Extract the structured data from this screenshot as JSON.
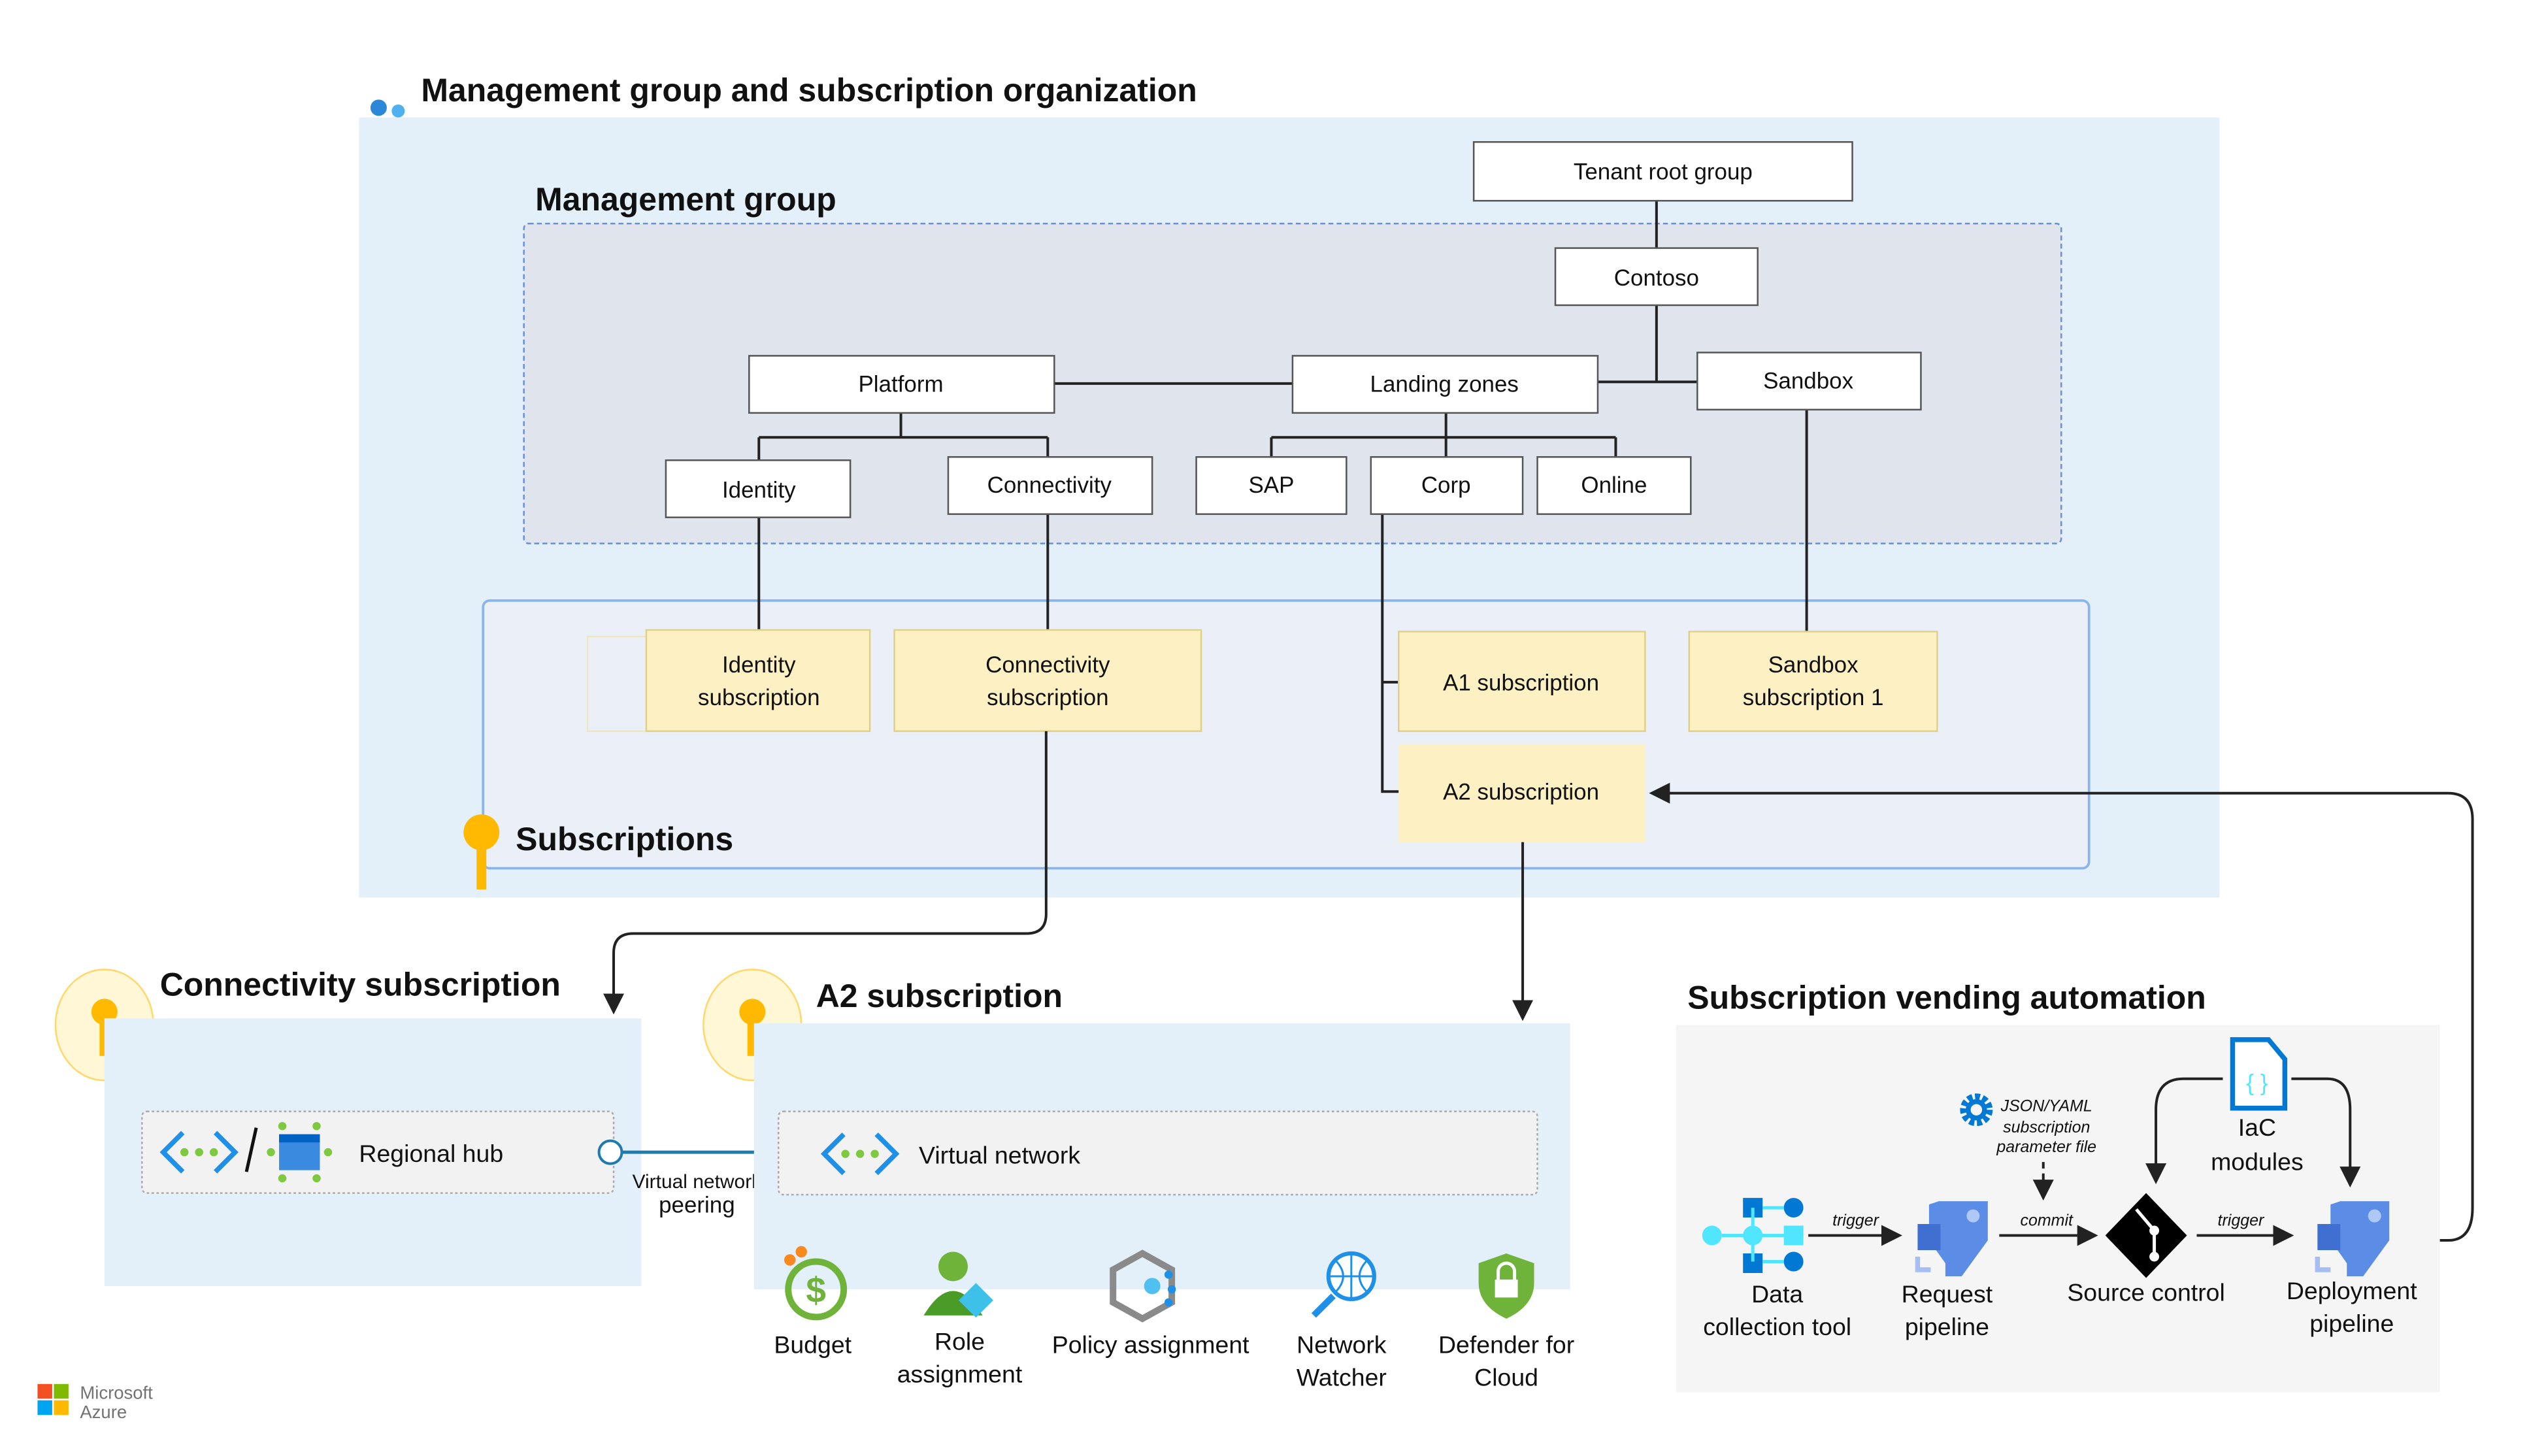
{
  "title": "Management group and subscription organization",
  "management_group": {
    "heading": "Management group",
    "nodes": {
      "tenant_root": "Tenant root group",
      "contoso": "Contoso",
      "platform": "Platform",
      "landing_zones": "Landing zones",
      "sandbox": "Sandbox",
      "identity": "Identity",
      "connectivity": "Connectivity",
      "sap": "SAP",
      "corp": "Corp",
      "online": "Online"
    }
  },
  "subscriptions": {
    "heading": "Subscriptions",
    "identity": [
      "Identity",
      "subscription"
    ],
    "connectivity": [
      "Connectivity",
      "subscription"
    ],
    "a1": "A1 subscription",
    "a2": "A2 subscription",
    "sandbox": [
      "Sandbox",
      "subscription 1"
    ]
  },
  "connectivity_subscription": {
    "heading": "Connectivity subscription",
    "regional_hub": "Regional hub",
    "peering": [
      "Virtual network",
      "peering"
    ]
  },
  "a2_subscription": {
    "heading": "A2 subscription",
    "vnet": "Virtual network",
    "resources": [
      {
        "label": [
          "Budget"
        ],
        "icon": "budget-icon"
      },
      {
        "label": [
          "Role",
          "assignment"
        ],
        "icon": "role-assignment-icon"
      },
      {
        "label": [
          "Policy assignment"
        ],
        "icon": "policy-icon"
      },
      {
        "label": [
          "Network",
          "Watcher"
        ],
        "icon": "network-watcher-icon"
      },
      {
        "label": [
          "Defender for",
          "Cloud"
        ],
        "icon": "defender-icon"
      }
    ]
  },
  "vending": {
    "heading": "Subscription vending automation",
    "data_collection": [
      "Data",
      "collection tool"
    ],
    "request_pipeline": [
      "Request",
      "pipeline"
    ],
    "source_control": "Source control",
    "deployment_pipeline": [
      "Deployment",
      "pipeline"
    ],
    "iac": [
      "IaC",
      "modules"
    ],
    "param_file": [
      "JSON/YAML",
      "subscription",
      "parameter file"
    ],
    "trigger1": "trigger",
    "commit": "commit",
    "trigger2": "trigger"
  },
  "logo": [
    "Microsoft",
    "Azure"
  ],
  "colors": {
    "light_blue": "#e3f0fa",
    "mg_grey": "#e0e4ec",
    "subscription_yellow": "#fdf1c4",
    "azure_blue": "#0078d4"
  }
}
